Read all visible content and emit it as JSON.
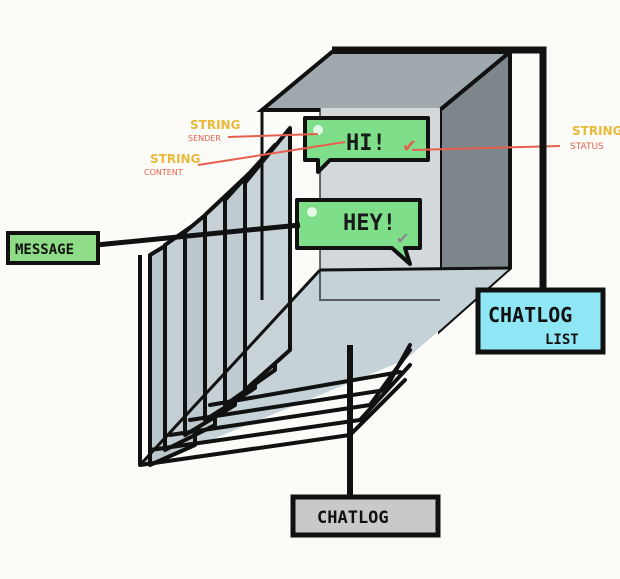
{
  "labels": {
    "chatlog": "CHATLOG",
    "chatlog_list_line1": "CHATLOG",
    "chatlog_list_line2": "LIST",
    "message": "MESSAGE",
    "sender_type": "STRING",
    "sender_name": "SENDER",
    "content_type": "STRING",
    "content_name": "CONTENT",
    "status_type": "STRING",
    "status_name": "STATUS"
  },
  "messages": [
    {
      "text": "HI!"
    },
    {
      "text": "HEY!"
    }
  ],
  "colors": {
    "bubble": "#7ede8a",
    "chatlog_box": "#c9c9c9",
    "chatlog_list_box": "#8fe7f5",
    "message_box": "#8fdc86",
    "type_label": "#e8b93a",
    "name_label": "#e8604d",
    "box_fill": "#b5bec3"
  }
}
